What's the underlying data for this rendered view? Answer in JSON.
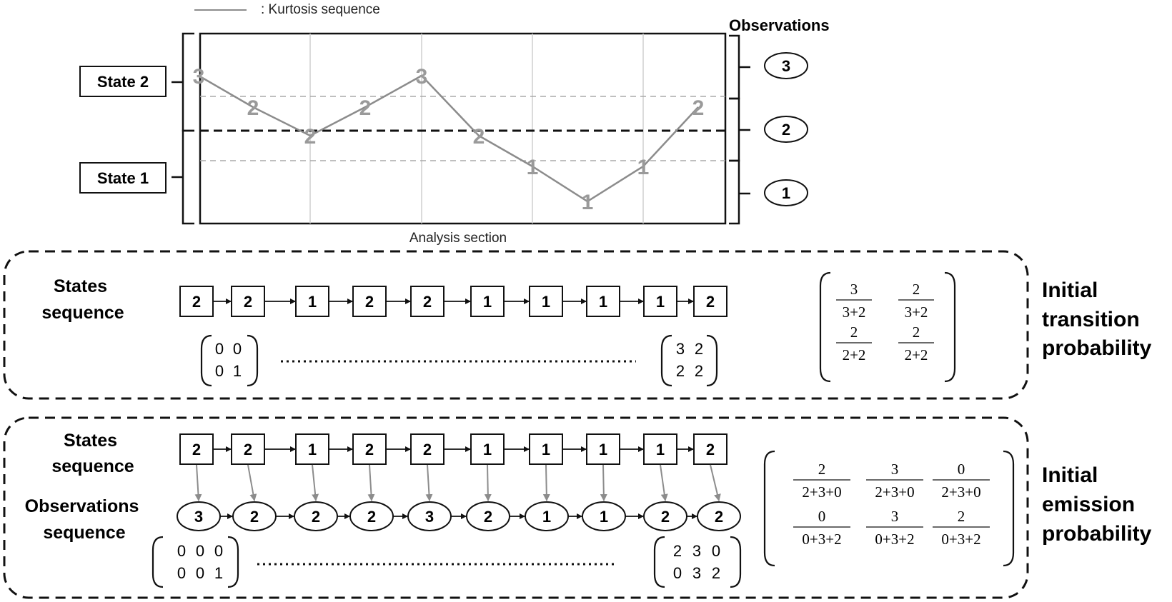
{
  "legend": {
    "label": ": Kurtosis sequence",
    "line_color": "#8c8c8c"
  },
  "states": {
    "state2": "State 2",
    "state1": "State 1"
  },
  "observations_header": "Observations",
  "observation_levels": [
    "3",
    "2",
    "1"
  ],
  "kurtosis_chart": {
    "x_label": "Analysis section",
    "points": [
      {
        "x": 0,
        "y": 3,
        "label": "3"
      },
      {
        "x": 1,
        "y": 2,
        "label": "2"
      },
      {
        "x": 2,
        "y": 2,
        "label": "2"
      },
      {
        "x": 3,
        "y": 2,
        "label": "2"
      },
      {
        "x": 4,
        "y": 3,
        "label": "3"
      },
      {
        "x": 5,
        "y": 2,
        "label": "2"
      },
      {
        "x": 6,
        "y": 1,
        "label": "1"
      },
      {
        "x": 7,
        "y": 1,
        "label": "1"
      },
      {
        "x": 8,
        "y": 1,
        "label": "1"
      },
      {
        "x": 9,
        "y": 2,
        "label": "2"
      }
    ]
  },
  "transition_panel": {
    "states_label": [
      "States",
      "sequence"
    ],
    "states": [
      "2",
      "2",
      "1",
      "2",
      "2",
      "1",
      "1",
      "1",
      "1",
      "2"
    ],
    "start_matrix": [
      [
        "0",
        "0"
      ],
      [
        "0",
        "1"
      ]
    ],
    "end_matrix": [
      [
        "3",
        "2"
      ],
      [
        "2",
        "2"
      ]
    ],
    "prob_matrix": [
      [
        {
          "num": "3",
          "den": "3+2"
        },
        {
          "num": "2",
          "den": "3+2"
        }
      ],
      [
        {
          "num": "2",
          "den": "2+2"
        },
        {
          "num": "2",
          "den": "2+2"
        }
      ]
    ],
    "title": [
      "Initial",
      "transition",
      "probability"
    ]
  },
  "emission_panel": {
    "states_label": [
      "States",
      "sequence"
    ],
    "obs_label": [
      "Observations",
      "sequence"
    ],
    "states": [
      "2",
      "2",
      "1",
      "2",
      "2",
      "1",
      "1",
      "1",
      "1",
      "2"
    ],
    "observations": [
      "3",
      "2",
      "2",
      "2",
      "3",
      "2",
      "1",
      "1",
      "2",
      "2"
    ],
    "start_matrix": [
      [
        "0",
        "0",
        "0"
      ],
      [
        "0",
        "0",
        "1"
      ]
    ],
    "end_matrix": [
      [
        "2",
        "3",
        "0"
      ],
      [
        "0",
        "3",
        "2"
      ]
    ],
    "prob_matrix": [
      [
        {
          "num": "2",
          "den": "2+3+0"
        },
        {
          "num": "3",
          "den": "2+3+0"
        },
        {
          "num": "0",
          "den": "2+3+0"
        }
      ],
      [
        {
          "num": "0",
          "den": "0+3+2"
        },
        {
          "num": "3",
          "den": "0+3+2"
        },
        {
          "num": "2",
          "den": "0+3+2"
        }
      ]
    ],
    "title": [
      "Initial",
      "emission",
      "probability"
    ]
  }
}
